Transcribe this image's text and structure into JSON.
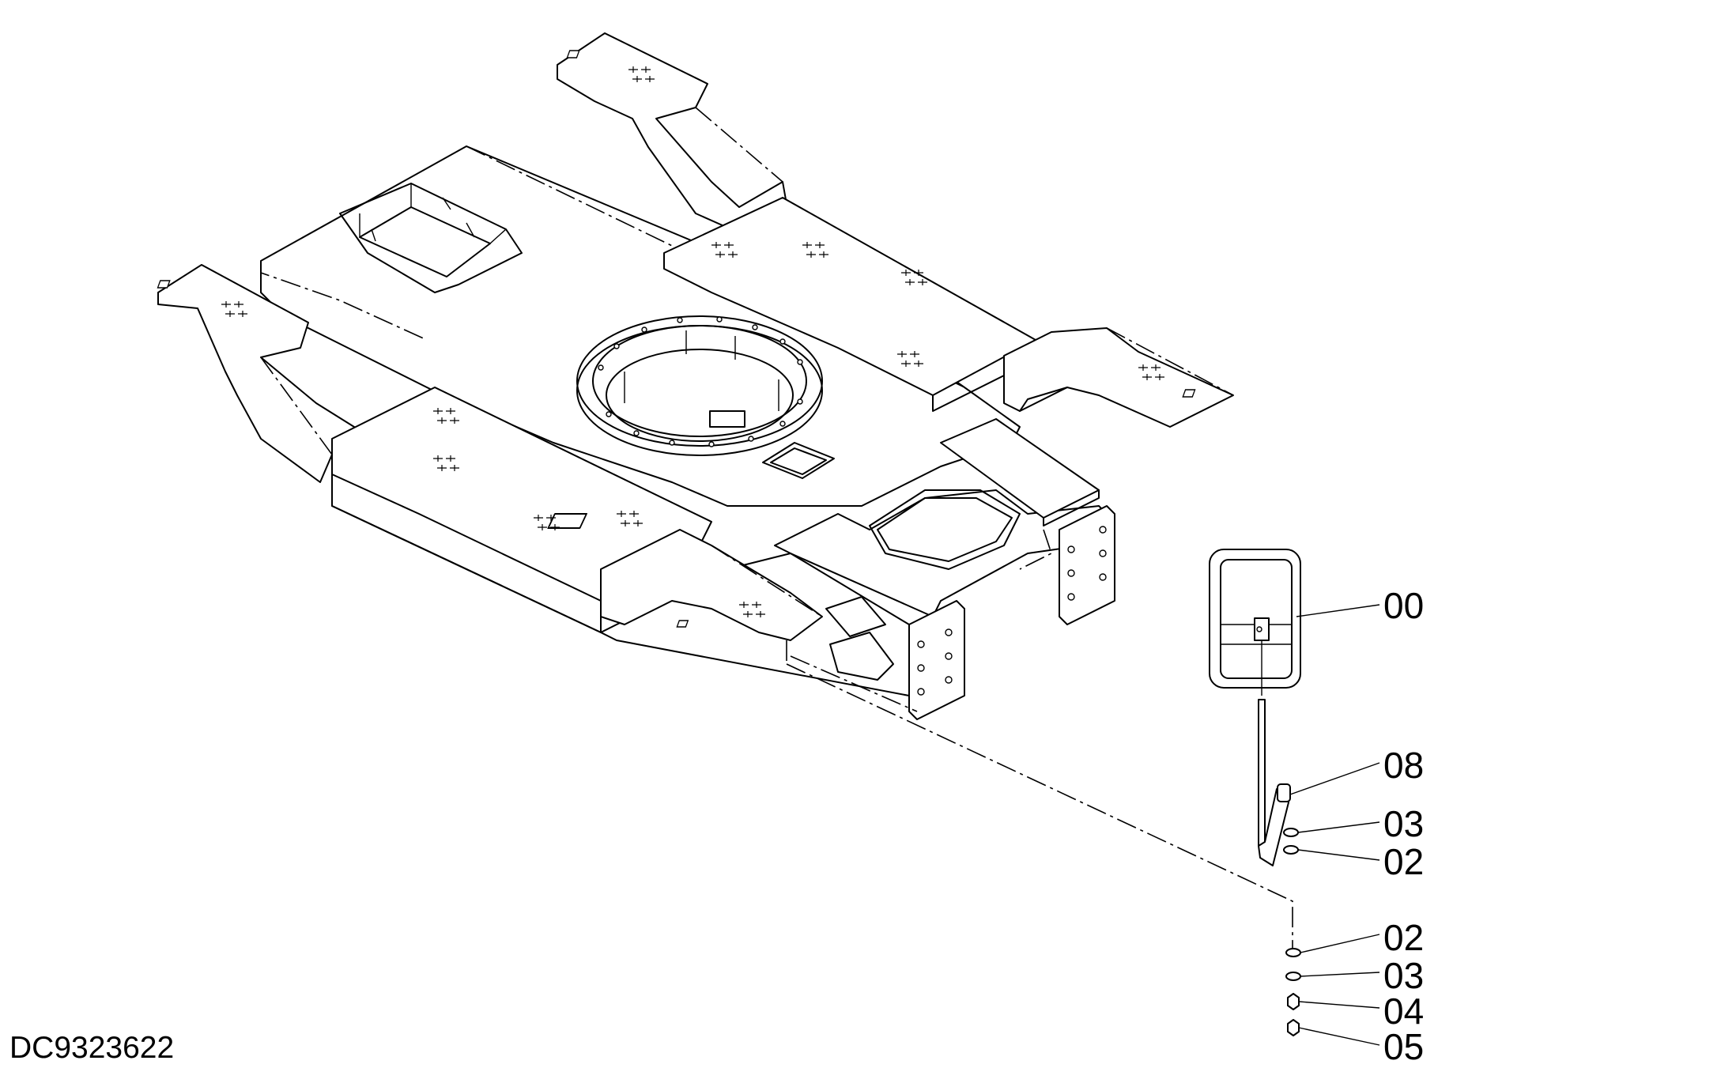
{
  "drawing": {
    "drawing_id": "DC9323622",
    "callouts": [
      {
        "label": "00",
        "part": "mirror"
      },
      {
        "label": "08",
        "part": "bracket"
      },
      {
        "label": "03",
        "part": "washer-upper"
      },
      {
        "label": "02",
        "part": "washer-upper"
      },
      {
        "label": "02",
        "part": "washer-lower"
      },
      {
        "label": "03",
        "part": "washer-lower"
      },
      {
        "label": "04",
        "part": "nut"
      },
      {
        "label": "05",
        "part": "cap-nut"
      }
    ]
  }
}
